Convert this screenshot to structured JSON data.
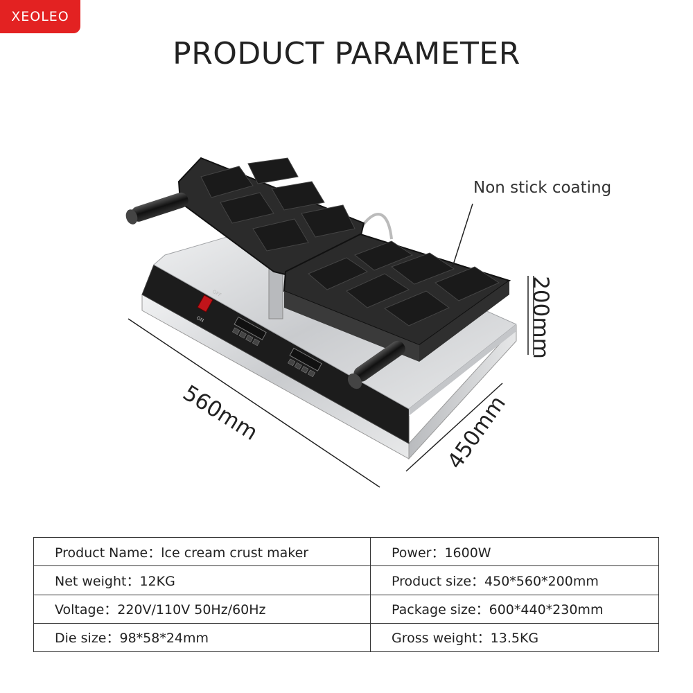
{
  "brand": "XEOLEO",
  "title": "PRODUCT PARAMETER",
  "callout": "Non stick coating",
  "dimensions": {
    "length": "560mm",
    "width": "450mm",
    "height": "200mm"
  },
  "panel": {
    "off": "OFF",
    "on": "ON"
  },
  "params": [
    {
      "left": "Product Name：lce cream crust maker",
      "right": "Power：1600W"
    },
    {
      "left": "Net weight：12KG",
      "right": "Product size：450*560*200mm"
    },
    {
      "left": "Voltage：220V/110V  50Hz/60Hz",
      "right": "Package size：600*440*230mm"
    },
    {
      "left": "Die size：98*58*24mm",
      "right": "Gross weight：13.5KG"
    }
  ],
  "colors": {
    "brand_red": "#e32222",
    "plate": "#2b2b2b",
    "steel": "#d9dadc",
    "panel": "#1c1c1c"
  }
}
